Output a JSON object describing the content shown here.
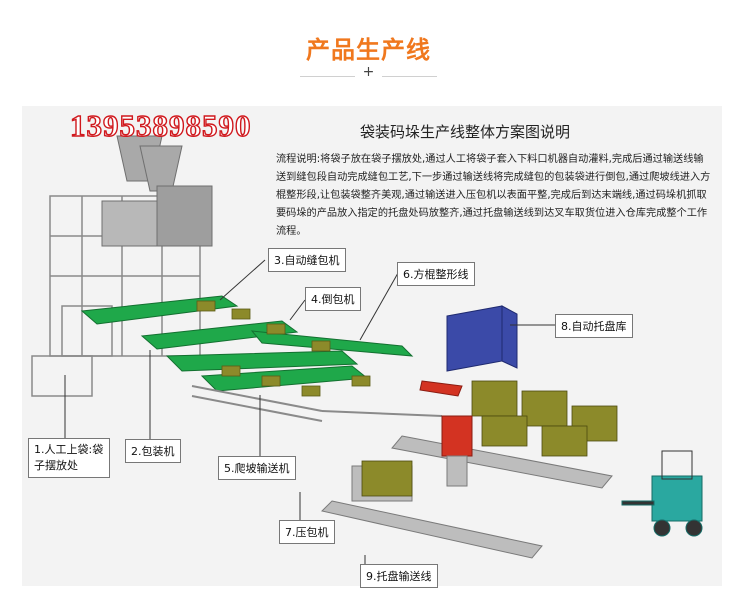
{
  "header": {
    "title": "产品生产线",
    "plus": "+",
    "title_color": "#f0781e"
  },
  "diagram": {
    "phone": "13953898590",
    "heading": "袋装码垛生产线整体方案图说明",
    "description": "流程说明:将袋子放在袋子摆放处,通过人工将袋子套入下料口机器自动灌料,完成后通过输送线输送到缝包段自动完成缝包工艺,下一步通过输送线将完成缝包的包装袋进行倒包,通过爬坡线进入方棍整形段,让包装袋整齐美观,通过输送进入压包机以表面平整,完成后到达末端线,通过码垛机抓取要码垛的产品放入指定的托盘处码放整齐,通过托盘输送线到达叉车取货位进入仓库完成整个工作流程。",
    "labels": {
      "l1": "1.人工上袋:袋子摆放处",
      "l2": "2.包装机",
      "l3": "3.自动缝包机",
      "l4": "4.倒包机",
      "l5": "5.爬坡输送机",
      "l6": "6.方棍整形线",
      "l7": "7.压包机",
      "l8": "8.自动托盘库",
      "l9": "9.托盘输送线"
    },
    "colors": {
      "conveyor_green": "#1fa84a",
      "robot_red": "#d33322",
      "bag_olive": "#8c8a2a",
      "pallet_store_blue": "#3b4aa8",
      "forklift_teal": "#2aa8a0",
      "machine_grey": "#a9a9a9"
    }
  }
}
